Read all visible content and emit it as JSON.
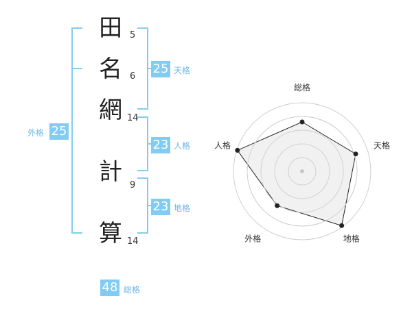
{
  "name": {
    "chars": [
      {
        "char": "田",
        "strokes": "5"
      },
      {
        "char": "名",
        "strokes": "6"
      },
      {
        "char": "網",
        "strokes": "14"
      },
      {
        "char": "計",
        "strokes": "9"
      },
      {
        "char": "算",
        "strokes": "14"
      }
    ]
  },
  "scores": {
    "tenkaku": {
      "value": "25",
      "label": "天格"
    },
    "jinkaku": {
      "value": "23",
      "label": "人格"
    },
    "chikaku": {
      "value": "23",
      "label": "地格"
    },
    "gaikaku": {
      "value": "25",
      "label": "外格"
    },
    "soukaku": {
      "value": "48",
      "label": "総格"
    }
  },
  "colors": {
    "accent": "#82ccf3",
    "accent_text": "#6cb8e6",
    "radar_fill": "#efefef"
  },
  "chart_data": {
    "type": "radar",
    "axes": [
      "総格",
      "天格",
      "地格",
      "外格",
      "人格"
    ],
    "values": [
      0.72,
      0.82,
      0.98,
      0.62,
      0.99
    ],
    "range": [
      0,
      1
    ],
    "rings": 5,
    "grid": true
  }
}
